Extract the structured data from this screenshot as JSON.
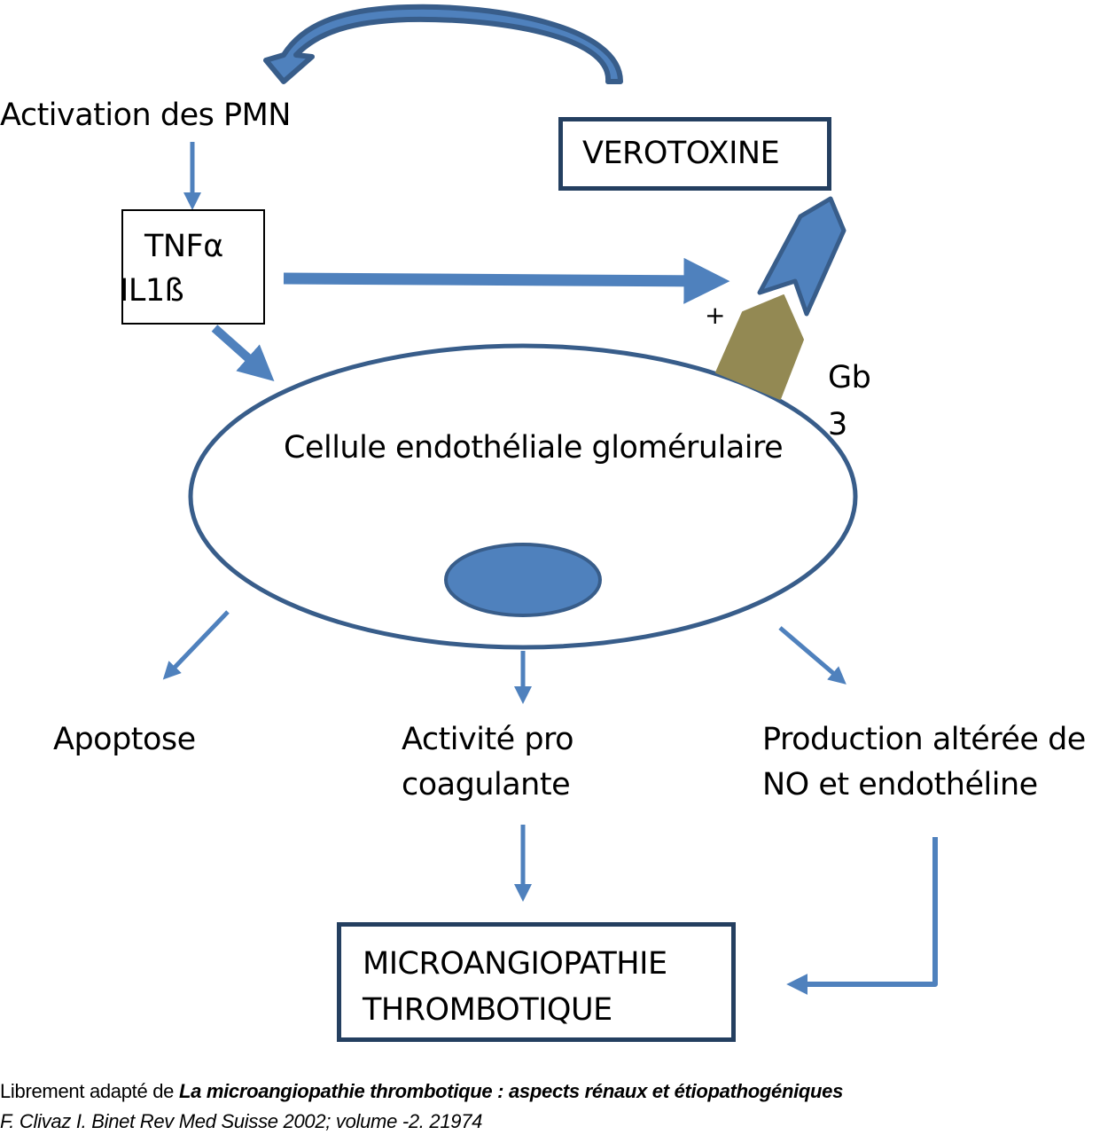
{
  "diagram": {
    "title_node": "Activation des PMN",
    "cytokines": {
      "line1": "TNFα",
      "line2": "IL1ß"
    },
    "toxin": "VEROTOXINE",
    "receptor": {
      "label_line1": "Gb",
      "label_line2": "3"
    },
    "plus_sign": "+",
    "cell": "Cellule endothéliale glomérulaire",
    "effects": {
      "apoptosis": "Apoptose",
      "procoagulant": {
        "line1": "Activité pro",
        "line2": "coagulante"
      },
      "production": {
        "line1": "Production altérée de",
        "line2": "NO et endothéline"
      }
    },
    "outcome": {
      "line1": "MICROANGIOPATHIE",
      "line2": "THROMBOTIQUE"
    },
    "colors": {
      "arrow_blue": "#4f81bd",
      "dark_blue_outline": "#385d8a",
      "box_border": "#243f60",
      "receptor_olive": "#938953"
    }
  },
  "citation": {
    "line1_prefix": "Librement adapté de ",
    "line1_title": "La microangiopathie thrombotique : aspects rénaux et étiopathogéniques",
    "line2": "F. Clivaz I. Binet  Rev Med Suisse 2002; volume -2. 21974"
  }
}
